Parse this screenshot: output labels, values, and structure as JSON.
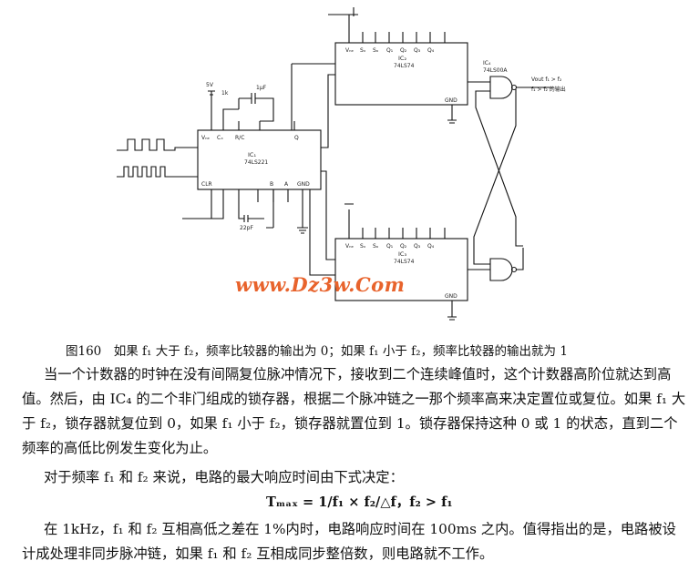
{
  "figure": {
    "ic_bottom_left": {
      "name": "IC₁",
      "part": "74LS221"
    },
    "ic_top_right": {
      "name": "IC₂",
      "part": "74LS74"
    },
    "ic_bottom_right": {
      "name": "IC₃",
      "part": "74LS74"
    },
    "ic_gate": {
      "name": "IC₄",
      "part": "74LS00A"
    },
    "output_label_1": "Vout f₁ > f₂",
    "output_label_2": "f₁ > f₂ 的输出",
    "watermark": "www.Dz3w.Com",
    "cap_1": "1μF",
    "cap_2": "22pF",
    "res_1": "1k",
    "vcc": "5V",
    "pin_labels": [
      "Vₙₑ",
      "R/C",
      "Cₓ",
      "Q",
      "CLR",
      "B",
      "A",
      "GND",
      "Vₙₑ",
      "Sₓ",
      "Sₒ",
      "Q₁",
      "Q₂",
      "Q₃",
      "Q₄",
      "GND"
    ]
  },
  "caption": "图160　如果 f₁ 大于 f₂，频率比较器的输出为 0；如果 f₁ 小于 f₂，频率比较器的输出就为 1",
  "paragraph_1": "当一个计数器的时钟在没有间隔复位脉冲情况下，接收到二个连续峰值时，这个计数器高阶位就达到高值。然后，由 IC₄ 的二个非门组成的锁存器，根据二个脉冲链之一那个频率高来决定置位或复位。如果 f₁ 大于 f₂，锁存器就复位到 0，如果 f₁ 小于 f₂，锁存器就置位到 1。锁存器保持这种 0 或 1 的状态，直到二个频率的高低比例发生变化为止。",
  "paragraph_2": "对于频率 f₁ 和 f₂ 来说，电路的最大响应时间由下式决定：",
  "formula": "Tₘₐₓ = 1/f₁ × f₂/△f，f₂ > f₁",
  "paragraph_3": "在 1kHz，f₁ 和 f₂ 互相高低之差在 1%内时，电路响应时间在 100ms 之内。值得指出的是，电路被设计成处理非同步脉冲链，如果 f₁ 和 f₂ 互相成同步整倍数，则电路就不工作。"
}
